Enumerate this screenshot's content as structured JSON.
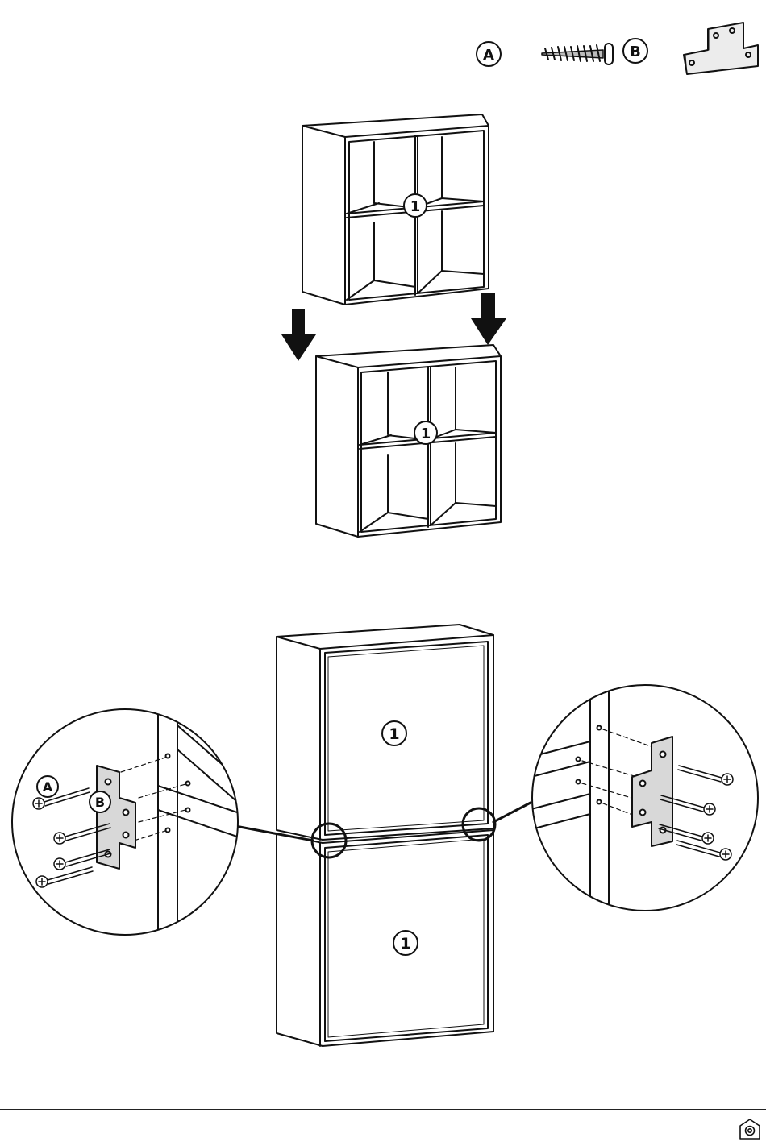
{
  "parts": {
    "screw_label": "A",
    "bracket_label": "B"
  },
  "cabinet_label": "1",
  "colors": {
    "line": "#111111",
    "bracket_fill": "#d8d8d8",
    "background": "#ffffff"
  },
  "icons": {
    "screw": "screw-icon",
    "bracket": "bracket-icon",
    "arrow": "down-arrow-icon",
    "brand": "house-logo-icon"
  }
}
